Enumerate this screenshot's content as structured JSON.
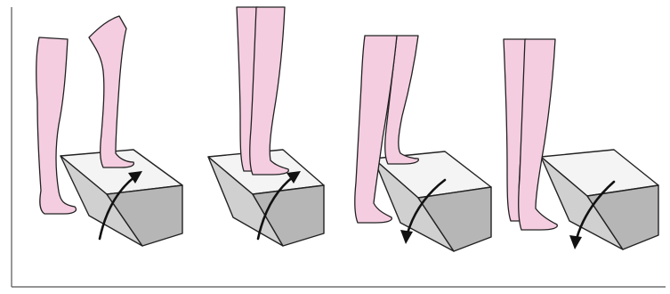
{
  "colors": {
    "background": "#ffffff",
    "frame": "#555555",
    "skin": "#f5cde0",
    "skin_outline": "#222222",
    "block_top": "#f4f4f4",
    "block_front": "#d0d0d0",
    "block_side": "#b6b6b6",
    "arrow": "#111111"
  },
  "panels": [
    {
      "step": 1,
      "stance": "one-foot-on-block",
      "arrow_direction": "up"
    },
    {
      "step": 2,
      "stance": "both-feet-on-block",
      "arrow_direction": "up"
    },
    {
      "step": 3,
      "stance": "one-foot-stepping-down",
      "arrow_direction": "down"
    },
    {
      "step": 4,
      "stance": "both-feet-on-floor",
      "arrow_direction": "down"
    }
  ]
}
